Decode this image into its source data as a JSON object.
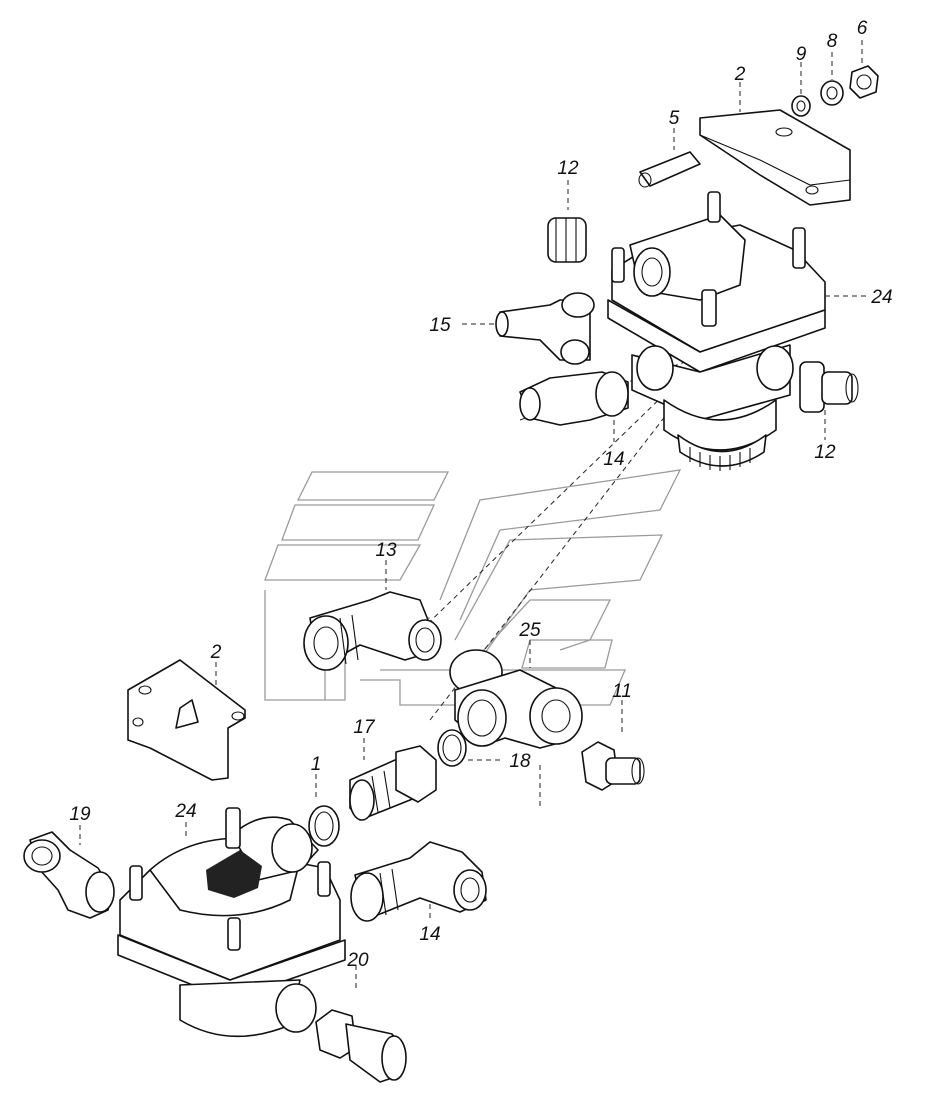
{
  "callouts": [
    {
      "id": "c6",
      "text": "6"
    },
    {
      "id": "c8",
      "text": "8"
    },
    {
      "id": "c9",
      "text": "9"
    },
    {
      "id": "c2a",
      "text": "2"
    },
    {
      "id": "c5",
      "text": "5"
    },
    {
      "id": "c12a",
      "text": "12"
    },
    {
      "id": "c24a",
      "text": "24"
    },
    {
      "id": "c15",
      "text": "15"
    },
    {
      "id": "c14a",
      "text": "14"
    },
    {
      "id": "c12b",
      "text": "12"
    },
    {
      "id": "c13",
      "text": "13"
    },
    {
      "id": "c25",
      "text": "25"
    },
    {
      "id": "c2b",
      "text": "2"
    },
    {
      "id": "c11",
      "text": "11"
    },
    {
      "id": "c17",
      "text": "17"
    },
    {
      "id": "c18",
      "text": "18"
    },
    {
      "id": "c1",
      "text": "1"
    },
    {
      "id": "c19",
      "text": "19"
    },
    {
      "id": "c24b",
      "text": "24"
    },
    {
      "id": "c14b",
      "text": "14"
    },
    {
      "id": "c20",
      "text": "20"
    }
  ]
}
